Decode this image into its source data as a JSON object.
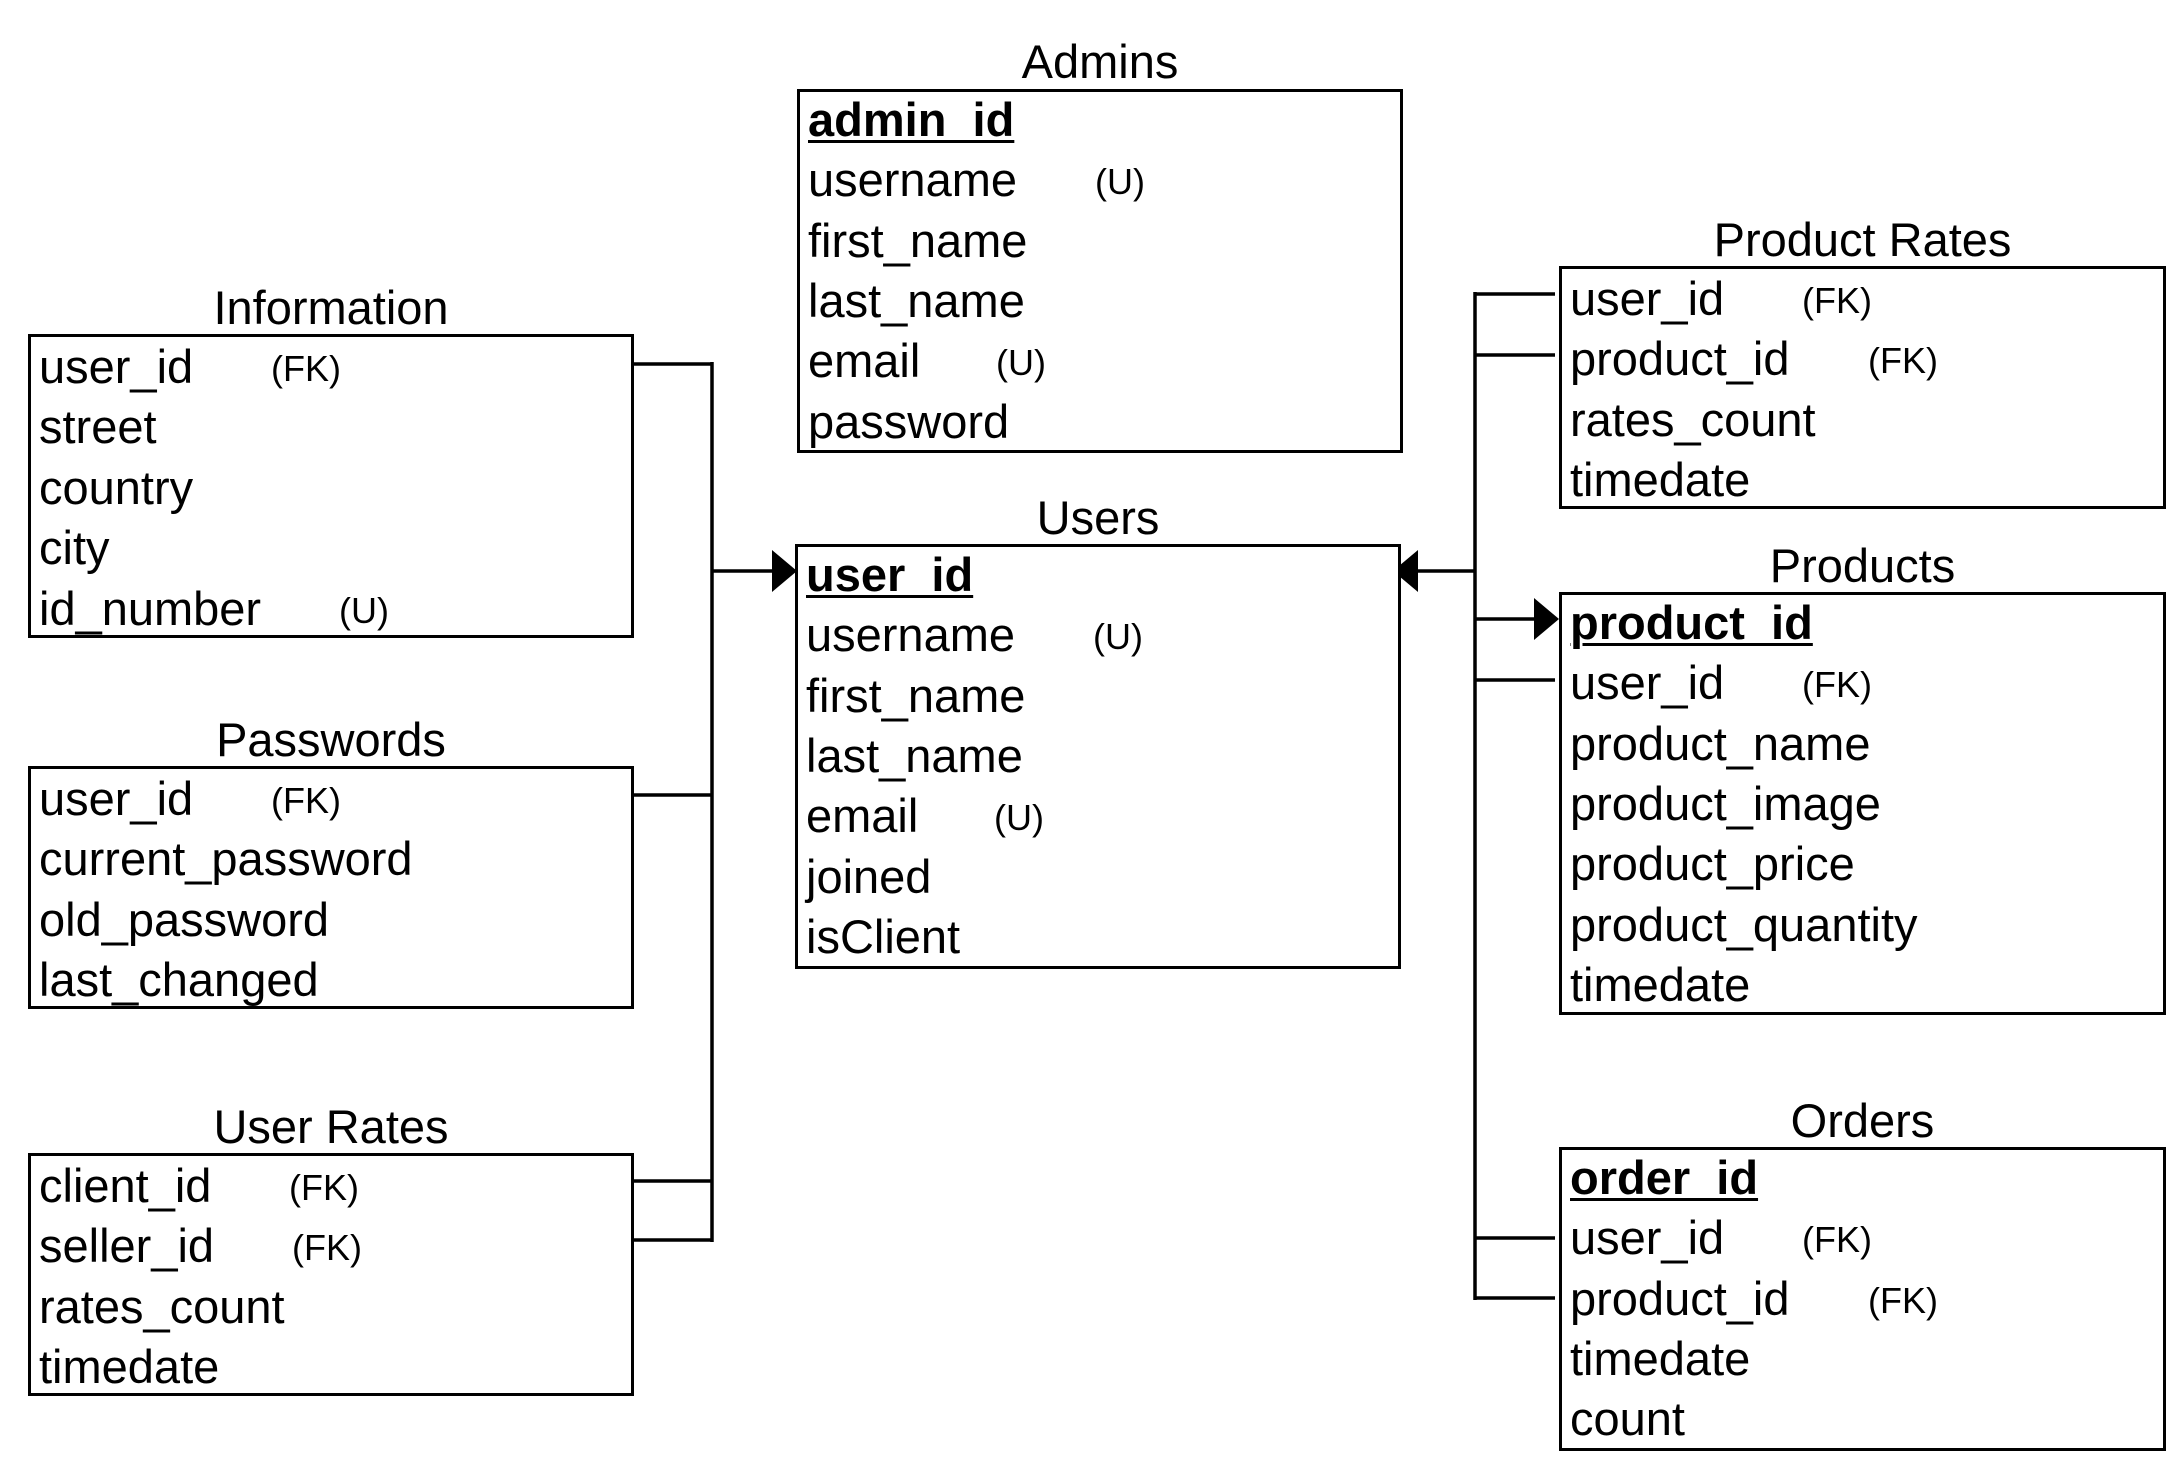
{
  "entities": {
    "admins": {
      "title": "Admins",
      "fields": [
        {
          "name": "admin_id",
          "pk": true,
          "tag": ""
        },
        {
          "name": "username",
          "pk": false,
          "tag": "(U)"
        },
        {
          "name": "first_name",
          "pk": false,
          "tag": ""
        },
        {
          "name": "last_name",
          "pk": false,
          "tag": ""
        },
        {
          "name": "email",
          "pk": false,
          "tag": "(U)"
        },
        {
          "name": "password",
          "pk": false,
          "tag": ""
        }
      ]
    },
    "information": {
      "title": "Information",
      "fields": [
        {
          "name": "user_id",
          "pk": false,
          "tag": "(FK)"
        },
        {
          "name": "street",
          "pk": false,
          "tag": ""
        },
        {
          "name": "country",
          "pk": false,
          "tag": ""
        },
        {
          "name": "city",
          "pk": false,
          "tag": ""
        },
        {
          "name": "id_number",
          "pk": false,
          "tag": "(U)"
        }
      ]
    },
    "passwords": {
      "title": "Passwords",
      "fields": [
        {
          "name": "user_id",
          "pk": false,
          "tag": "(FK)"
        },
        {
          "name": "current_password",
          "pk": false,
          "tag": ""
        },
        {
          "name": "old_password",
          "pk": false,
          "tag": ""
        },
        {
          "name": "last_changed",
          "pk": false,
          "tag": ""
        }
      ]
    },
    "user_rates": {
      "title": "User Rates",
      "fields": [
        {
          "name": "client_id",
          "pk": false,
          "tag": "(FK)"
        },
        {
          "name": "seller_id",
          "pk": false,
          "tag": "(FK)"
        },
        {
          "name": "rates_count",
          "pk": false,
          "tag": ""
        },
        {
          "name": "timedate",
          "pk": false,
          "tag": ""
        }
      ]
    },
    "users": {
      "title": "Users",
      "fields": [
        {
          "name": "user_id",
          "pk": true,
          "tag": ""
        },
        {
          "name": "username",
          "pk": false,
          "tag": "(U)"
        },
        {
          "name": "first_name",
          "pk": false,
          "tag": ""
        },
        {
          "name": "last_name",
          "pk": false,
          "tag": ""
        },
        {
          "name": "email",
          "pk": false,
          "tag": "(U)"
        },
        {
          "name": "joined",
          "pk": false,
          "tag": ""
        },
        {
          "name": "isClient",
          "pk": false,
          "tag": ""
        }
      ]
    },
    "product_rates": {
      "title": "Product Rates",
      "fields": [
        {
          "name": "user_id",
          "pk": false,
          "tag": "(FK)"
        },
        {
          "name": "product_id",
          "pk": false,
          "tag": "(FK)"
        },
        {
          "name": "rates_count",
          "pk": false,
          "tag": ""
        },
        {
          "name": "timedate",
          "pk": false,
          "tag": ""
        }
      ]
    },
    "products": {
      "title": "Products",
      "fields": [
        {
          "name": "product_id",
          "pk": true,
          "tag": ""
        },
        {
          "name": "user_id",
          "pk": false,
          "tag": "(FK)"
        },
        {
          "name": "product_name",
          "pk": false,
          "tag": ""
        },
        {
          "name": "product_image",
          "pk": false,
          "tag": ""
        },
        {
          "name": "product_price",
          "pk": false,
          "tag": ""
        },
        {
          "name": "product_quantity",
          "pk": false,
          "tag": ""
        },
        {
          "name": "timedate",
          "pk": false,
          "tag": ""
        }
      ]
    },
    "orders": {
      "title": "Orders",
      "fields": [
        {
          "name": "order_id",
          "pk": true,
          "tag": ""
        },
        {
          "name": "user_id",
          "pk": false,
          "tag": "(FK)"
        },
        {
          "name": "product_id",
          "pk": false,
          "tag": "(FK)"
        },
        {
          "name": "timedate",
          "pk": false,
          "tag": ""
        },
        {
          "name": "count",
          "pk": false,
          "tag": ""
        }
      ]
    }
  }
}
